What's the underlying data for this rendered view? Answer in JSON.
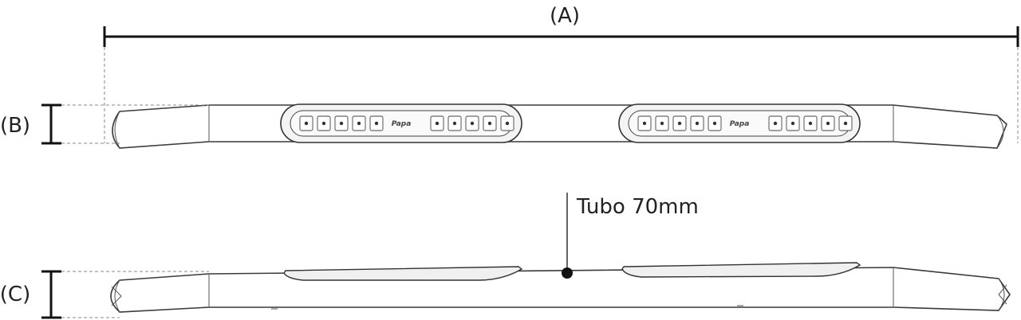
{
  "labels": {
    "dim_a": "(A)",
    "dim_b": "(B)",
    "dim_c": "(C)",
    "tube_callout": "Tubo 70mm",
    "step_logo": "Papa"
  }
}
